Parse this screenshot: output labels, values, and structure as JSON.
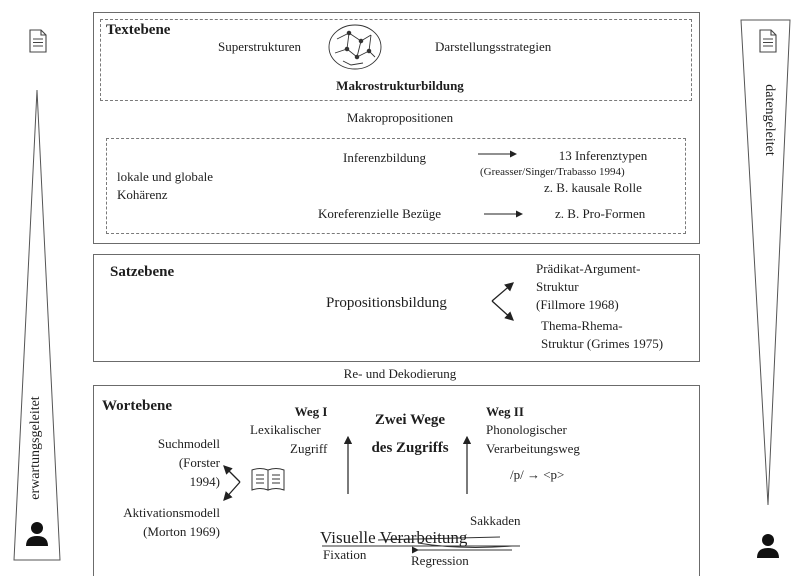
{
  "side": {
    "left_label": "erwartungsgeleitet",
    "right_label": "datengeleitet",
    "icons": [
      "document-icon",
      "person-icon"
    ]
  },
  "text_level": {
    "title": "Textebene",
    "superstrukturen": "Superstrukturen",
    "darstellungsstrategien": "Darstellungsstrategien",
    "makrostrukturbildung": "Makrostrukturbildung",
    "makropropositionen": "Makropropositionen",
    "lokale": "lokale und globale",
    "kohaerenz": "Kohärenz",
    "inferenzbildung": "Inferenzbildung",
    "inferenztypen": "13 Inferenztypen",
    "greasser": "(Greasser/Singer/Trabasso 1994)",
    "kausale": "z. B. kausale Rolle",
    "koreferenzielle": "Koreferenzielle Bezüge",
    "proformen": "z. B. Pro-Formen"
  },
  "sentence_level": {
    "title": "Satzebene",
    "propositionsbildung": "Propositionsbildung",
    "pa_line1": "Prädikat-Argument-",
    "pa_line2": "Struktur",
    "pa_line3": "(Fillmore 1968)",
    "tr_line1": "Thema-Rhema-",
    "tr_line2": "Struktur (Grimes 1975)",
    "re_dekodierung": "Re- und Dekodierung"
  },
  "word_level": {
    "title": "Wortebene",
    "weg1": "Weg I",
    "lexikalischer": "Lexikalischer",
    "zugriff": "Zugriff",
    "zwei_wege_1": "Zwei Wege",
    "zwei_wege_2": "des Zugriffs",
    "weg2": "Weg II",
    "phonologischer": "Phonologischer",
    "verarbeitungsweg": "Verarbeitungsweg",
    "phon_example": "/p/ → <p>",
    "suchmodell": "Suchmodell",
    "forster_1": "(Forster",
    "forster_2": "1994)",
    "aktivationsmodell": "Aktivationsmodell",
    "morton": "(Morton 1969)",
    "visuelle": "Visuelle Verarbeitung",
    "fixation": "Fixation",
    "sakkaden": "Sakkaden",
    "regression": "Regression"
  }
}
